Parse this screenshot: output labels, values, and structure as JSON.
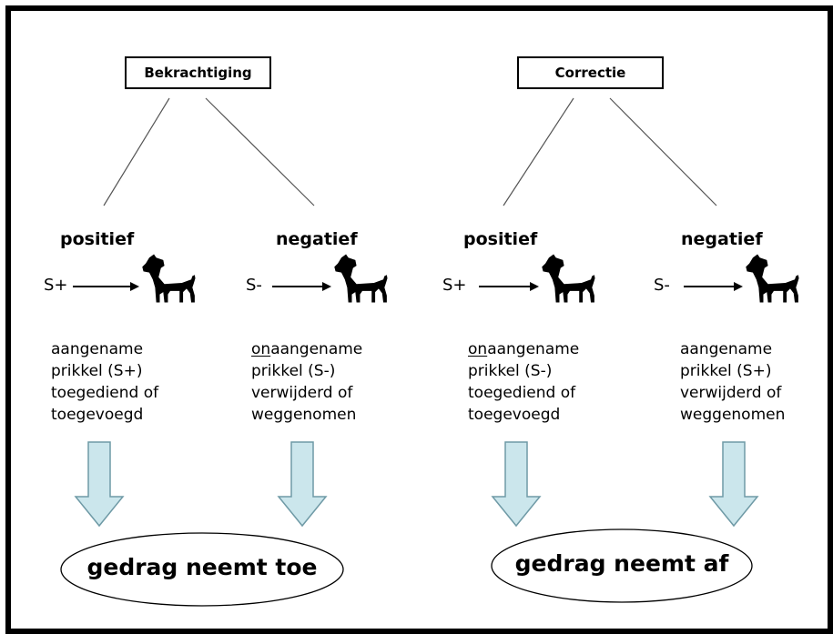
{
  "categories": [
    {
      "title": "Bekrachtiging",
      "branches": [
        {
          "type": "positief",
          "stimulus": "S+",
          "desc_prefix": "",
          "desc_first": "aangename",
          "desc_lines": [
            "prikkel (S+)",
            "toegediend of",
            "toegevoegd"
          ]
        },
        {
          "type": "negatief",
          "stimulus": "S-",
          "desc_prefix": "on",
          "desc_first": "aangename",
          "desc_lines": [
            "prikkel (S-)",
            "verwijderd of",
            "weggenomen"
          ]
        }
      ],
      "result": "gedrag neemt toe"
    },
    {
      "title": "Correctie",
      "branches": [
        {
          "type": "positief",
          "stimulus": "S+",
          "desc_prefix": "on",
          "desc_first": "aangename",
          "desc_lines": [
            "prikkel (S-)",
            "toegediend of",
            "toegevoegd"
          ]
        },
        {
          "type": "negatief",
          "stimulus": "S-",
          "desc_prefix": "",
          "desc_first": "aangename",
          "desc_lines": [
            "prikkel (S+)",
            "verwijderd of",
            "weggenomen"
          ]
        }
      ],
      "result": "gedrag neemt af"
    }
  ],
  "icons": {
    "animal": "dog-icon",
    "arrow": "arrow-right-icon",
    "flow": "arrow-down-icon"
  },
  "colors": {
    "flow_arrow_fill": "#cbe6ec",
    "flow_arrow_stroke": "#6f9aa6",
    "line": "#000000"
  }
}
